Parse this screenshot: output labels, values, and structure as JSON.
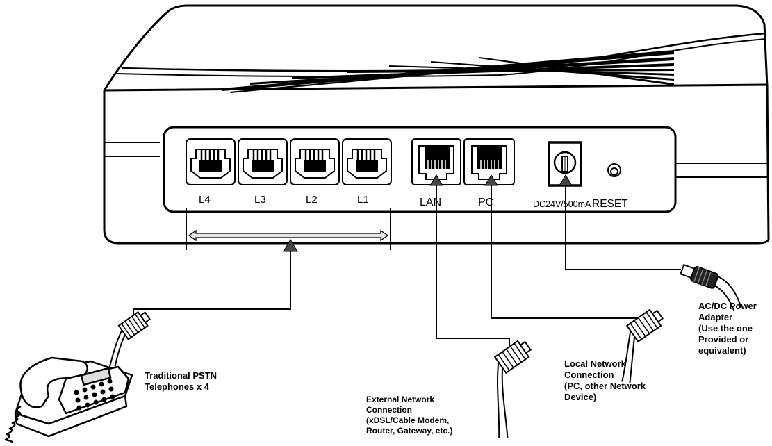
{
  "ports": {
    "l4": "L4",
    "l3": "L3",
    "l2": "L2",
    "l1": "L1",
    "lan": "LAN",
    "pc": "PC",
    "power": "DC24V/500mA",
    "reset": "RESET"
  },
  "callouts": {
    "telephones": "Traditional PSTN\nTelephones x 4",
    "external": "External Network\nConnection\n(xDSL/Cable Modem,\nRouter, Gateway, etc.)",
    "local": "Local Network\nConnection\n(PC, other Network\n Device)",
    "power_adapter": "AC/DC Power\nAdapter\n(Use the one\nProvided or\nequivalent)"
  },
  "colors": {
    "line": "#000000",
    "fill": "#ffffff",
    "arrow_shaft": "#d9d9d9",
    "arrow_head": "#4a4a4a",
    "shade": "#1a1a1a"
  },
  "icons": [
    "rj11-port-icon",
    "rj45-port-icon",
    "power-jack-icon",
    "reset-button-icon",
    "telephone-icon",
    "rj11-plug-icon",
    "rj45-plug-icon",
    "power-plug-icon"
  ]
}
